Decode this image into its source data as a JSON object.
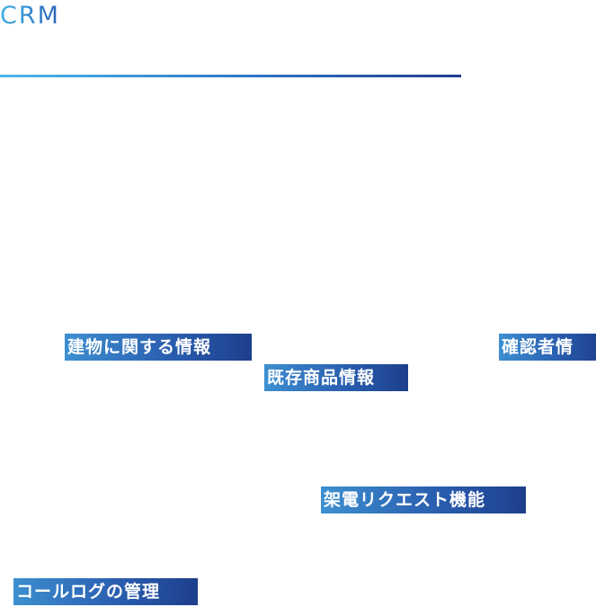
{
  "header": {
    "title": "CRM"
  },
  "tags": {
    "building_info": "建物に関する情報",
    "existing_products": "既存商品情報",
    "confirmer_info": "確認者情",
    "call_request": "架電リクエスト機能",
    "call_log": "コールログの管理"
  },
  "colors": {
    "accent_light": "#3fb0e6",
    "accent_dark": "#1d3f8c",
    "tag_text": "#ffffff",
    "background": "#ffffff"
  }
}
